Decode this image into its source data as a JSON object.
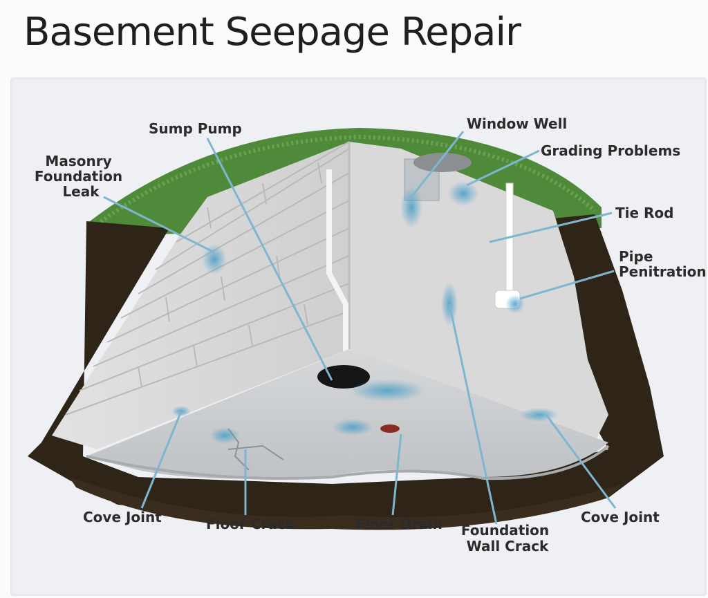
{
  "page": {
    "title": "Basement Seepage Repair"
  },
  "labels": {
    "sump_pump": "Sump Pump",
    "masonry_leak": [
      "Masonry",
      "Foundation",
      "Leak"
    ],
    "window_well": "Window Well",
    "grading_problems": "Grading Problems",
    "tie_rod": "Tie Rod",
    "pipe_penetration": [
      "Pipe",
      "Penitration"
    ],
    "cove_joint_left": "Cove Joint",
    "floor_crack": "Floor Crack",
    "floor_drain": "Floor Drain",
    "foundation_wall_crack": [
      "Foundation",
      "Wall Crack"
    ],
    "cove_joint_right": "Cove Joint"
  },
  "colors": {
    "grass": "#4f8a3a",
    "soil": "#2e2418",
    "block_wall": "#dcdcdc",
    "concrete_wall": "#d9d9d9",
    "floor": "#c9cccf",
    "water": "#4ea0c8",
    "leader_line": "#7fb6cf"
  }
}
